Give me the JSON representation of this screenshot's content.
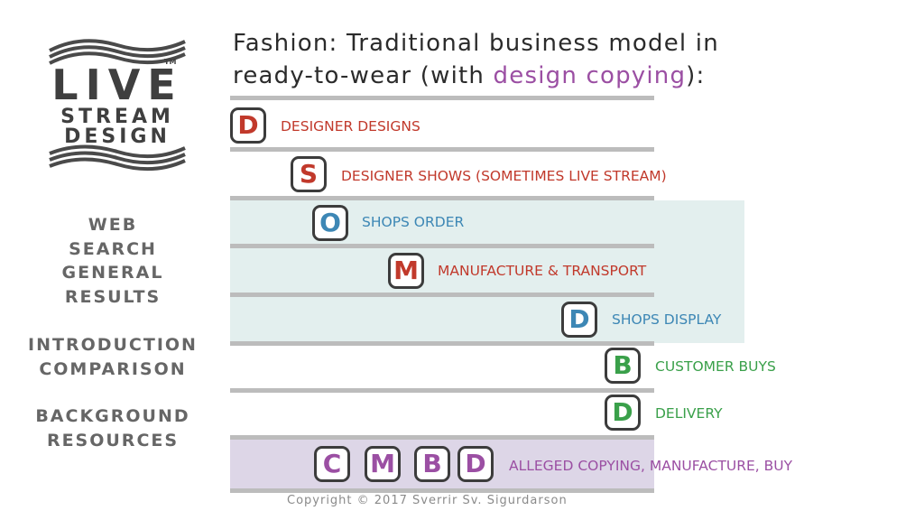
{
  "logo": {
    "line1": "LIVE",
    "line2": "STREAM",
    "line3": "DESIGN",
    "tm": "TM",
    "text_color": "#3f3f3f"
  },
  "nav": {
    "web_search": [
      "WEB",
      "SEARCH",
      "GENERAL",
      "RESULTS"
    ],
    "introduction": [
      "INTRODUCTION",
      "COMPARISON"
    ],
    "background": [
      "BACKGROUND",
      "RESOURCES"
    ]
  },
  "title": {
    "line1": "Fashion: Traditional business model in",
    "line2_prefix": "ready-to-wear (with ",
    "line2_accent": "design copying",
    "line2_suffix": "):"
  },
  "colors": {
    "red": "#c1392b",
    "blue": "#3d87b5",
    "green": "#3aa04a",
    "purple": "#9b4fa3",
    "teal_band": "#e3efee",
    "purple_band": "#ddd6e7",
    "rule": "#bcbcbc"
  },
  "steps": [
    {
      "letter": "D",
      "label": "DESIGNER DESIGNS",
      "color": "red"
    },
    {
      "letter": "S",
      "label": "DESIGNER SHOWS (SOMETIMES LIVE STREAM)",
      "color": "red"
    },
    {
      "letter": "O",
      "label": "SHOPS ORDER",
      "color": "blue"
    },
    {
      "letter": "M",
      "label": "MANUFACTURE & TRANSPORT",
      "color": "red"
    },
    {
      "letter": "D",
      "label": "SHOPS DISPLAY",
      "color": "blue"
    },
    {
      "letter": "B",
      "label": "CUSTOMER BUYS",
      "color": "green"
    },
    {
      "letter": "D",
      "label": "DELIVERY",
      "color": "green"
    }
  ],
  "copying": {
    "letters": [
      "C",
      "M",
      "B",
      "D"
    ],
    "label": "ALLEGED COPYING, MANUFACTURE, BUY",
    "color": "purple"
  },
  "footer": {
    "copyright": "Copyright © 2017 Sverrir Sv. Sigurdarson"
  }
}
